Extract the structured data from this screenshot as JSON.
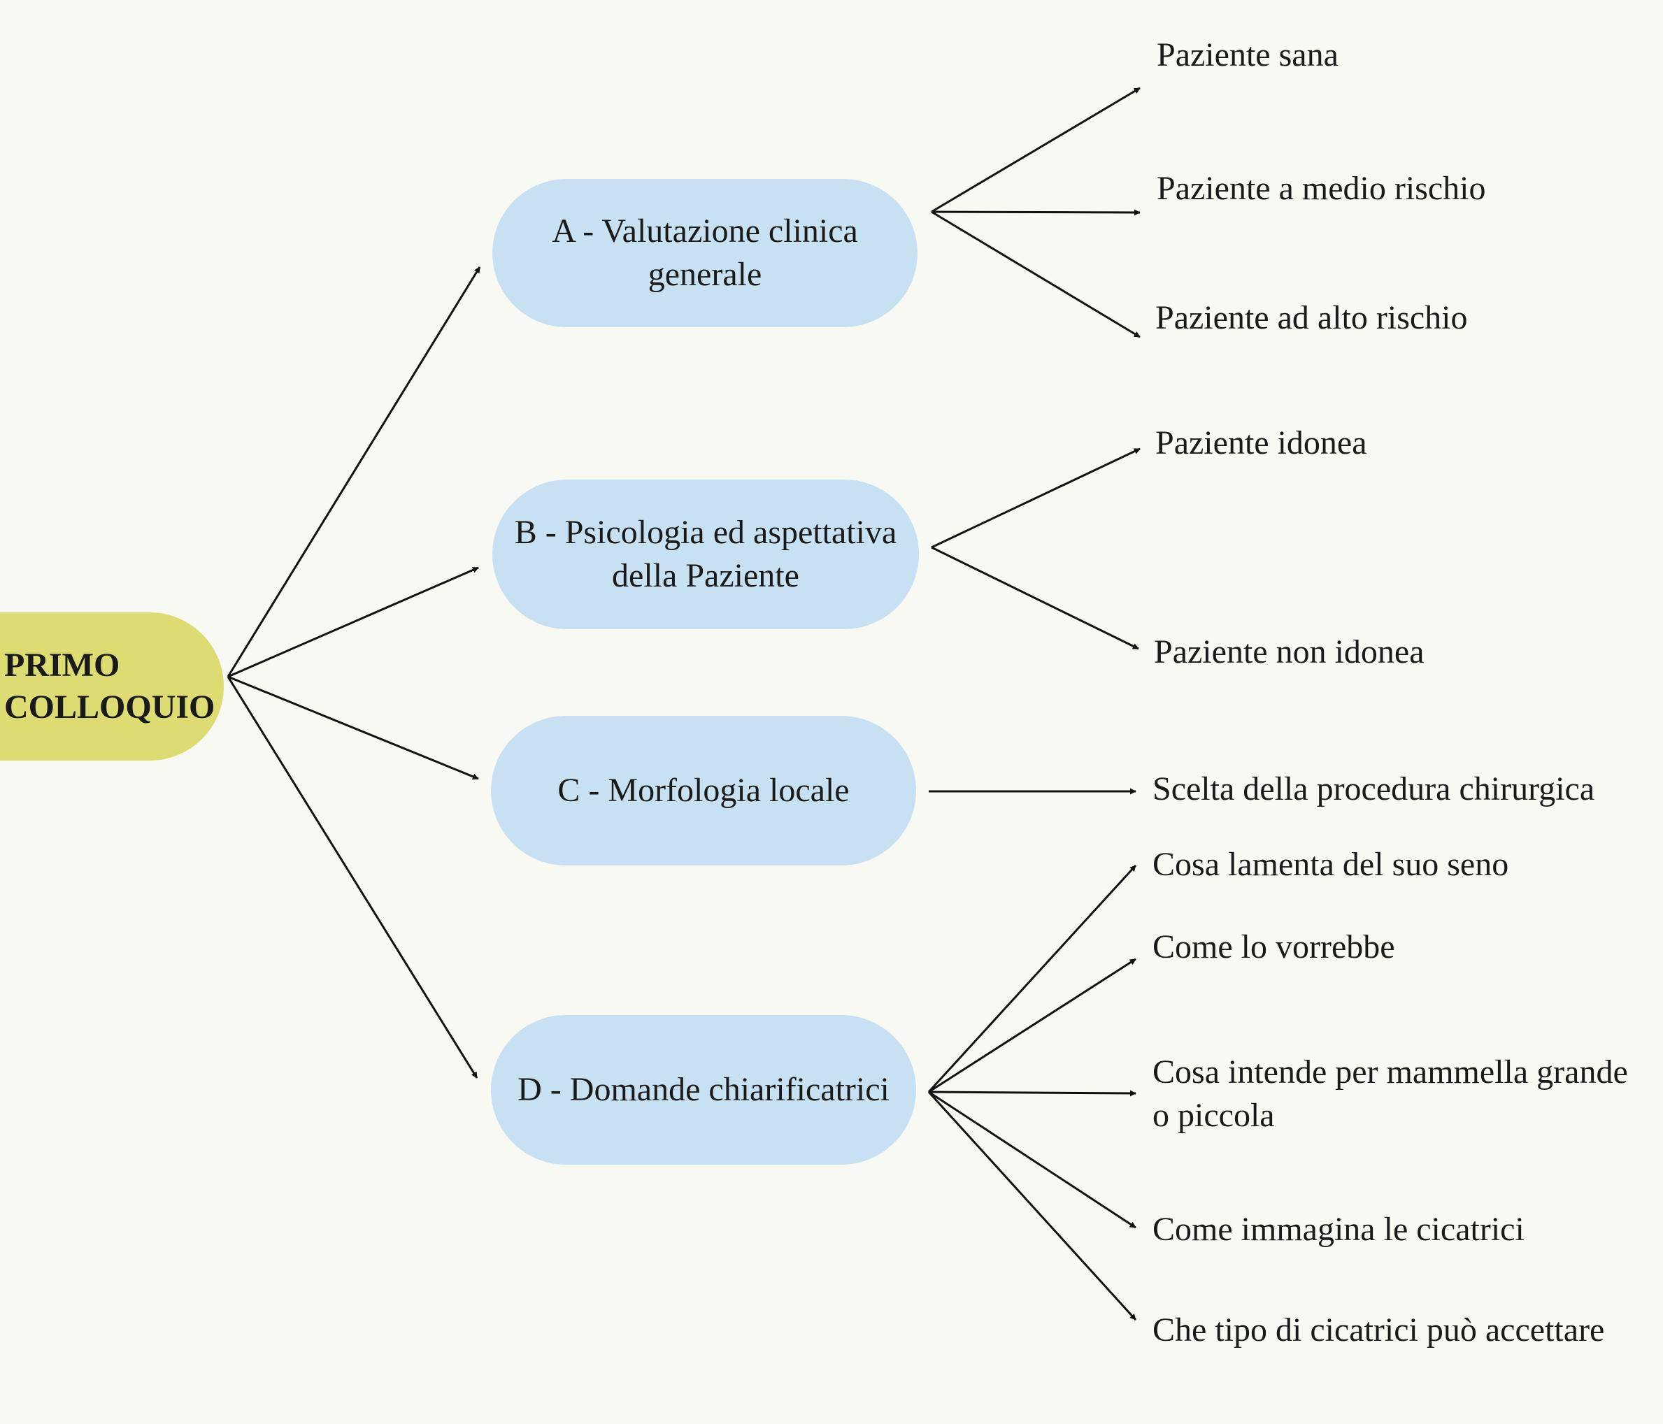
{
  "root": {
    "label": "PRIMO\nCOLLOQUIO"
  },
  "categories": [
    {
      "label": "A - Valutazione clinica\ngenerale",
      "outcomes": [
        "Paziente sana",
        "Paziente a medio rischio",
        "Paziente ad alto rischio"
      ]
    },
    {
      "label": "B - Psicologia ed aspettativa\ndella Paziente",
      "outcomes": [
        "Paziente idonea",
        "Paziente non idonea"
      ]
    },
    {
      "label": "C - Morfologia locale",
      "outcomes": [
        "Scelta della procedura chirurgica"
      ]
    },
    {
      "label": "D - Domande chiarificatrici",
      "outcomes": [
        "Cosa lamenta del suo seno",
        "Come lo vorrebbe",
        "Cosa intende per mammella grande\no piccola",
        "Come immagina le cicatrici",
        "Che tipo di cicatrici può accettare"
      ]
    }
  ],
  "colors": {
    "root_fill": "#dcdc72",
    "node_fill": "#c7e1f2",
    "arrow": "#111111",
    "background": "#f9f9f4"
  }
}
